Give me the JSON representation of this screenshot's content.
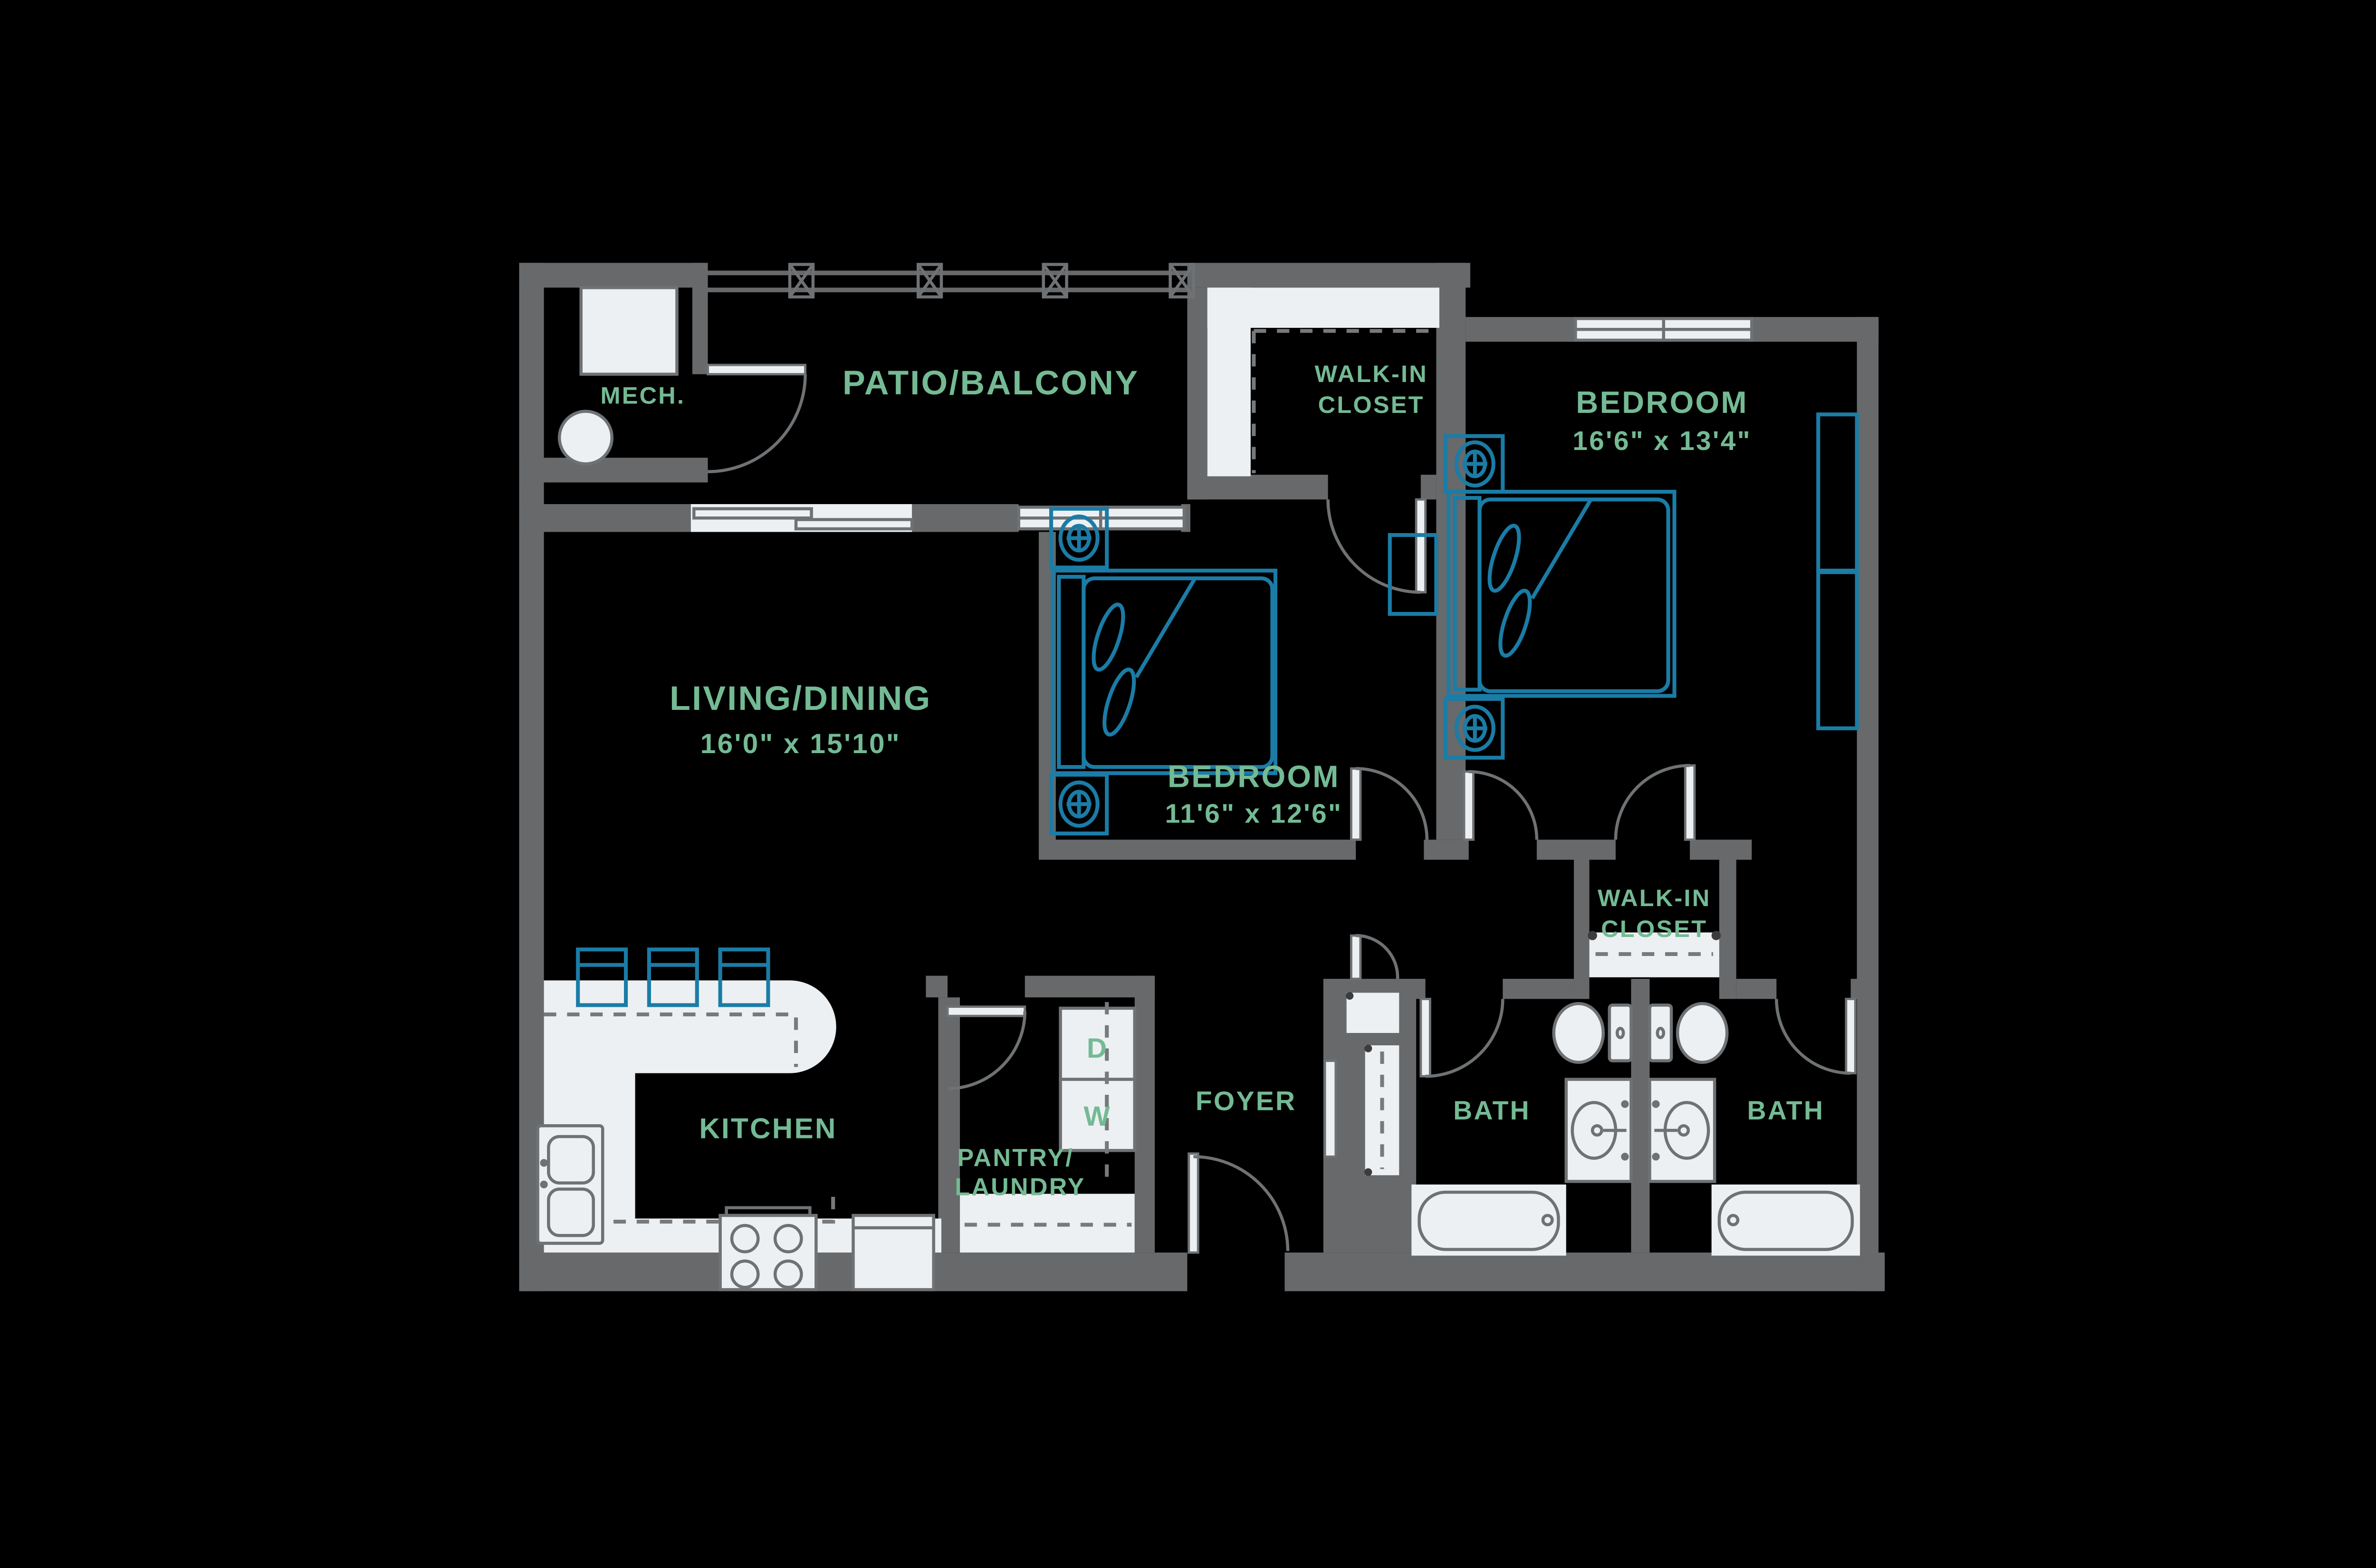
{
  "colors": {
    "background": "#000000",
    "wall_gray": "#67696b",
    "label_green": "#74ba94",
    "furniture_blue": "#1b7ca6",
    "fixture_white": "#edf0f2"
  },
  "rooms": {
    "patio": {
      "label": "PATIO/BALCONY"
    },
    "mech": {
      "label": "MECH."
    },
    "walk_in_closet_1": {
      "line1": "WALK-IN",
      "line2": "CLOSET"
    },
    "bedroom_1": {
      "label": "BEDROOM",
      "dims": "16'6\" x 13'4\""
    },
    "bedroom_2": {
      "label": "BEDROOM",
      "dims": "11'6\" x 12'6\""
    },
    "living_dining": {
      "label": "LIVING/DINING",
      "dims": "16'0\" x 15'10\""
    },
    "walk_in_closet_2": {
      "line1": "WALK-IN",
      "line2": "CLOSET"
    },
    "kitchen": {
      "label": "KITCHEN"
    },
    "pantry_laundry": {
      "line1": "PANTRY/",
      "line2": "LAUNDRY"
    },
    "foyer": {
      "label": "FOYER"
    },
    "bath_1": {
      "label": "BATH"
    },
    "bath_2": {
      "label": "BATH"
    },
    "laundry_units": {
      "dryer": "D",
      "washer": "W"
    }
  }
}
